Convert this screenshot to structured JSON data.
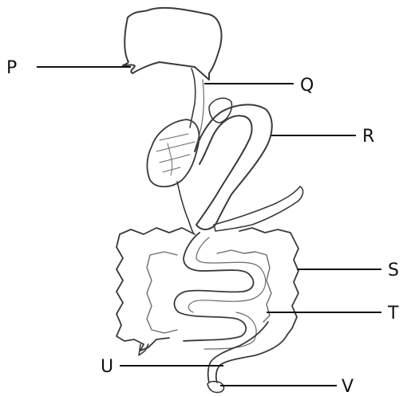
{
  "labels": {
    "p": "P",
    "q": "Q",
    "r": "R",
    "s": "S",
    "t": "T",
    "u": "U",
    "v": "V"
  },
  "colors": {
    "ink": "#111111",
    "pencil": "#3a3a3a",
    "background": "#ffffff"
  }
}
